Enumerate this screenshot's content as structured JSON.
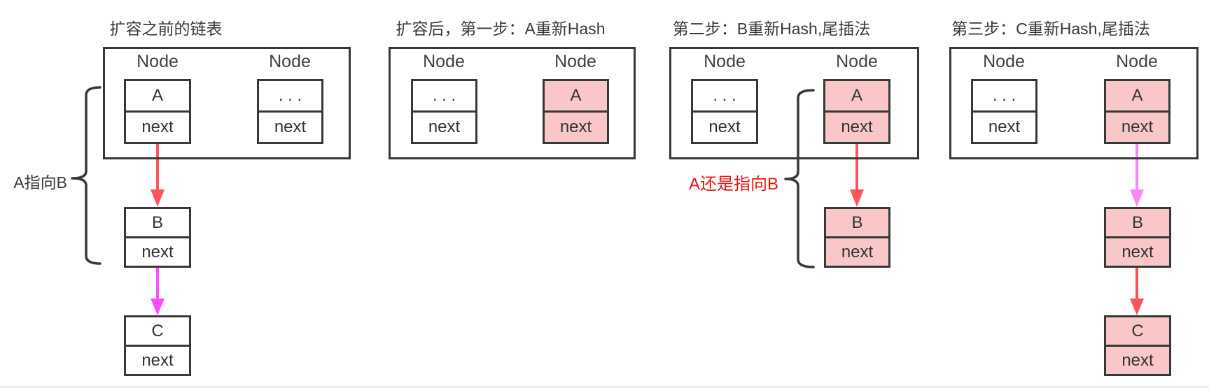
{
  "colors": {
    "line": "#383838",
    "text": "#3a3a3a",
    "pink_fill": "#f9c7c7",
    "red_arrow": "#fa555a",
    "magenta_arrow": "#fb4dfb",
    "violet_arrow": "#f98af3",
    "red_text": "#ee1511",
    "bottom_strip": "#e2eaf8"
  },
  "panels": [
    {
      "title": "扩容之前的链表",
      "annotation": {
        "text": "A指向B",
        "color": "#3a3a3a"
      },
      "buckets": [
        {
          "label": "Node",
          "cells": [
            "A",
            "next"
          ],
          "highlighted": false
        },
        {
          "label": "Node",
          "cells": [
            ". . .",
            "next"
          ],
          "highlighted": false
        }
      ],
      "chain": [
        {
          "cells": [
            "B",
            "next"
          ],
          "highlighted": false
        },
        {
          "cells": [
            "C",
            "next"
          ],
          "highlighted": false
        }
      ],
      "arrows": [
        {
          "from": "A.next",
          "to": "B",
          "color": "red"
        },
        {
          "from": "B.next",
          "to": "C",
          "color": "magenta"
        }
      ]
    },
    {
      "title": "扩容后，第一步：A重新Hash",
      "buckets": [
        {
          "label": "Node",
          "cells": [
            ". . .",
            "next"
          ],
          "highlighted": false
        },
        {
          "label": "Node",
          "cells": [
            "A",
            "next"
          ],
          "highlighted": true
        }
      ],
      "chain": [],
      "arrows": []
    },
    {
      "title": "第二步：B重新Hash,尾插法",
      "annotation": {
        "text": "A还是指向B",
        "color": "#ee1511"
      },
      "buckets": [
        {
          "label": "Node",
          "cells": [
            ". . .",
            "next"
          ],
          "highlighted": false
        },
        {
          "label": "Node",
          "cells": [
            "A",
            "next"
          ],
          "highlighted": true
        }
      ],
      "chain": [
        {
          "cells": [
            "B",
            "next"
          ],
          "highlighted": true
        }
      ],
      "arrows": [
        {
          "from": "A.next",
          "to": "B",
          "color": "red"
        }
      ]
    },
    {
      "title": "第三步：C重新Hash,尾插法",
      "buckets": [
        {
          "label": "Node",
          "cells": [
            ". . .",
            "next"
          ],
          "highlighted": false
        },
        {
          "label": "Node",
          "cells": [
            "A",
            "next"
          ],
          "highlighted": true
        }
      ],
      "chain": [
        {
          "cells": [
            "B",
            "next"
          ],
          "highlighted": true
        },
        {
          "cells": [
            "C",
            "next"
          ],
          "highlighted": true
        }
      ],
      "arrows": [
        {
          "from": "A.next",
          "to": "B",
          "color": "violet"
        },
        {
          "from": "B.next",
          "to": "C",
          "color": "red"
        }
      ]
    }
  ]
}
